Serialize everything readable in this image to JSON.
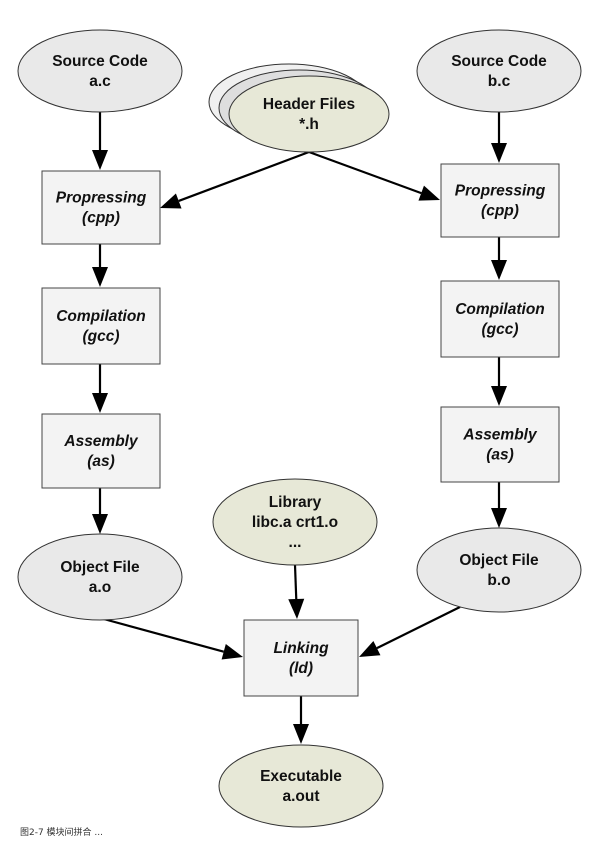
{
  "colors": {
    "source_fill": "#e9e9e9",
    "derived_fill": "#e7e8d7",
    "box_fill": "#f3f3f3",
    "stack_fill": "#dedede",
    "stroke": "#333333",
    "edge": "#000000"
  },
  "nodes": {
    "src_a": {
      "lines": [
        "Source Code",
        "a.c"
      ],
      "shape": "ellipse",
      "style": "source"
    },
    "src_b": {
      "lines": [
        "Source Code",
        "b.c"
      ],
      "shape": "ellipse",
      "style": "source"
    },
    "header": {
      "lines": [
        "Header Files",
        "*.h"
      ],
      "shape": "ellipse-stack",
      "style": "derived"
    },
    "cpp_a": {
      "lines": [
        "Propressing",
        "(cpp)"
      ],
      "shape": "box"
    },
    "cpp_b": {
      "lines": [
        "Propressing",
        "(cpp)"
      ],
      "shape": "box"
    },
    "gcc_a": {
      "lines": [
        "Compilation",
        "(gcc)"
      ],
      "shape": "box"
    },
    "gcc_b": {
      "lines": [
        "Compilation",
        "(gcc)"
      ],
      "shape": "box"
    },
    "as_a": {
      "lines": [
        "Assembly",
        "(as)"
      ],
      "shape": "box"
    },
    "as_b": {
      "lines": [
        "Assembly",
        "(as)"
      ],
      "shape": "box"
    },
    "obj_a": {
      "lines": [
        "Object File",
        "a.o"
      ],
      "shape": "ellipse",
      "style": "source"
    },
    "obj_b": {
      "lines": [
        "Object File",
        "b.o"
      ],
      "shape": "ellipse",
      "style": "source"
    },
    "lib": {
      "lines": [
        "Library",
        "libc.a crt1.o",
        "..."
      ],
      "shape": "ellipse",
      "style": "derived"
    },
    "ld": {
      "lines": [
        "Linking",
        "(ld)"
      ],
      "shape": "box"
    },
    "exe": {
      "lines": [
        "Executable",
        "a.out"
      ],
      "shape": "ellipse",
      "style": "derived"
    }
  },
  "edges": [
    {
      "from": "src_a",
      "to": "cpp_a"
    },
    {
      "from": "src_b",
      "to": "cpp_b"
    },
    {
      "from": "header",
      "to": "cpp_a"
    },
    {
      "from": "header",
      "to": "cpp_b"
    },
    {
      "from": "cpp_a",
      "to": "gcc_a"
    },
    {
      "from": "cpp_b",
      "to": "gcc_b"
    },
    {
      "from": "gcc_a",
      "to": "as_a"
    },
    {
      "from": "gcc_b",
      "to": "as_b"
    },
    {
      "from": "as_a",
      "to": "obj_a"
    },
    {
      "from": "as_b",
      "to": "obj_b"
    },
    {
      "from": "obj_a",
      "to": "ld"
    },
    {
      "from": "obj_b",
      "to": "ld"
    },
    {
      "from": "lib",
      "to": "ld"
    },
    {
      "from": "ld",
      "to": "exe"
    }
  ],
  "caption": "图2-7 模块间拼合 ..."
}
